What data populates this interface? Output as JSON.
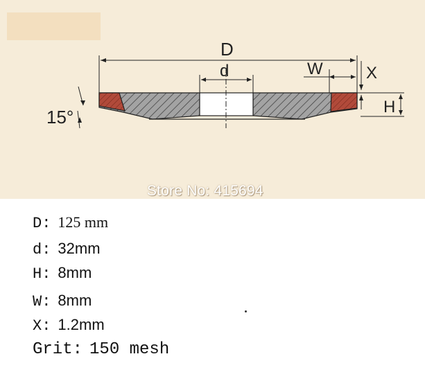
{
  "diagram": {
    "labels": {
      "D": "D",
      "d": "d",
      "W": "W",
      "X": "X",
      "H": "H",
      "angle": "15°"
    },
    "colors": {
      "background": "#f6ecd9",
      "hatch_fill": "#9d9d9d",
      "abrasive": "#b14a3a",
      "line": "#222222"
    },
    "store_watermark": "Store No: 415694"
  },
  "specs": [
    {
      "key": "D:",
      "value": "125 mm"
    },
    {
      "key": "d:",
      "value": "32mm"
    },
    {
      "key": "H:",
      "value": "8mm"
    },
    {
      "key": "W:",
      "value": "8mm"
    },
    {
      "key": "X:",
      "value": "1.2mm"
    },
    {
      "key": "Grit:",
      "value": "150 mesh"
    }
  ]
}
